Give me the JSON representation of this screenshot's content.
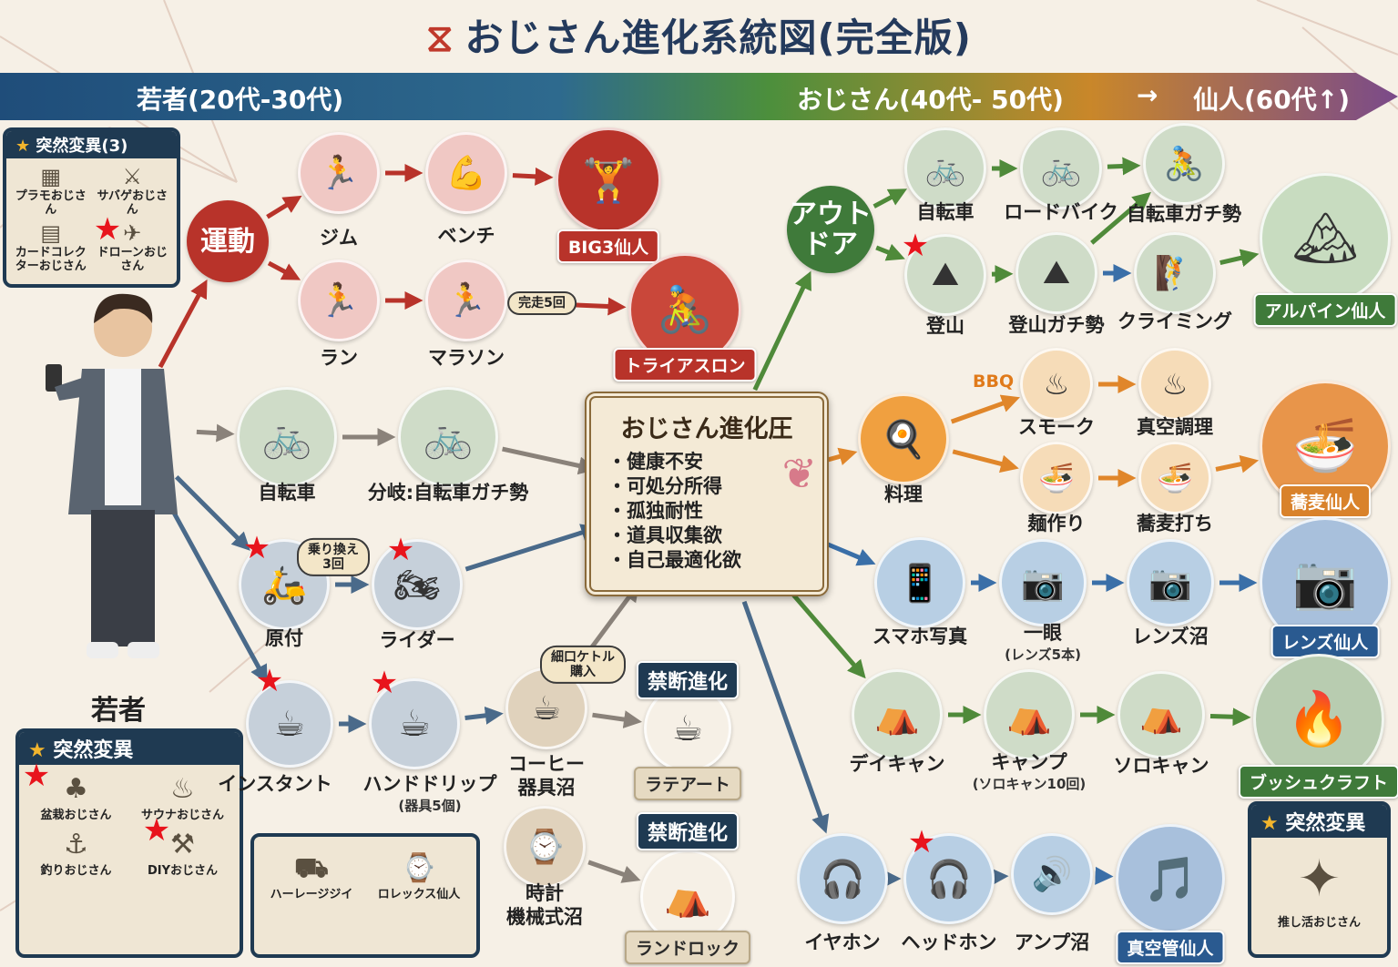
{
  "title": "おじさん進化系統図(完全版)",
  "title_icon": "dna-icon",
  "banner": {
    "youth": "若者(20代-30代)",
    "middle": "おじさん(40代- 50代)",
    "arrow": "→",
    "elder": "仙人(60代↑)"
  },
  "youth_label": "若者",
  "colors": {
    "red": "#b8332a",
    "gray": "#8a827a",
    "slate": "#4a6a8a",
    "green": "#4f8a3a",
    "orange": "#e0862a",
    "blue": "#3a6fa8",
    "navy": "#1f3a52"
  },
  "mutation_top": {
    "title": "突然変異(3)",
    "items": [
      {
        "label": "プラモおじさん",
        "icon": "model-kit-icon"
      },
      {
        "label": "サバゲおじさん",
        "icon": "airsoft-icon"
      },
      {
        "label": "カードコレクターおじさん",
        "icon": "card-icon"
      },
      {
        "label": "ドローンおじさん",
        "icon": "drone-icon"
      }
    ]
  },
  "mutation_bottom": {
    "title": "突然変異",
    "items": [
      {
        "label": "盆栽おじさん",
        "icon": "bonsai-icon"
      },
      {
        "label": "サウナおじさん",
        "icon": "sauna-icon"
      },
      {
        "label": "釣りおじさん",
        "icon": "fishing-icon"
      },
      {
        "label": "DIYおじさん",
        "icon": "tools-icon"
      }
    ]
  },
  "harley_box": {
    "items": [
      {
        "label": "ハーレージジイ",
        "icon": "motorcycle-icon"
      },
      {
        "label": "ロレックス仙人",
        "icon": "watch-icon"
      }
    ]
  },
  "mutation_right": {
    "title": "突然変異",
    "items": [
      {
        "label": "推し活おじさん",
        "icon": "glowstick-icon"
      }
    ]
  },
  "center": {
    "title": "おじさん進化圧",
    "bullets": [
      "健康不安",
      "可処分所得",
      "孤独耐性",
      "道具収集欲",
      "自己最適化欲"
    ]
  },
  "bbq": "BBQ",
  "pills": [
    {
      "id": "p1",
      "text": "完走5回"
    },
    {
      "id": "p2",
      "text": "乗り換え\n3回"
    },
    {
      "id": "p3",
      "text": "細口ケトル\n購入"
    }
  ],
  "forbidden": [
    {
      "id": "f1",
      "text": "禁断進化"
    },
    {
      "id": "f2",
      "text": "禁断進化"
    }
  ],
  "nodes": [
    {
      "id": "undou",
      "label": "運動",
      "kind": "hub",
      "bg": "#b8332a"
    },
    {
      "id": "gym",
      "label": "ジム",
      "icon": "treadmill-icon",
      "glyph": "🏃",
      "bg": "#f0c8c4"
    },
    {
      "id": "bench",
      "label": "ベンチ",
      "icon": "bodybuilder-icon",
      "glyph": "💪",
      "bg": "#f0c8c4"
    },
    {
      "id": "big3",
      "label": "BIG3仙人",
      "kind": "sage",
      "icon": "barbell-sage-icon",
      "glyph": "🏋",
      "bg": "#b8332a",
      "badge": "#b8332a"
    },
    {
      "id": "run",
      "label": "ラン",
      "icon": "runner-icon",
      "glyph": "🏃",
      "bg": "#f0c8c4"
    },
    {
      "id": "marathon",
      "label": "マラソン",
      "icon": "marathon-icon",
      "glyph": "🏃",
      "bg": "#f0c8c4"
    },
    {
      "id": "triathlon",
      "label": "トライアスロン",
      "kind": "sage",
      "icon": "triathlon-icon",
      "glyph": "🚴",
      "bg": "#c9473a",
      "badge": "#b8332a"
    },
    {
      "id": "bike",
      "label": "自転車",
      "icon": "bicycle-icon",
      "glyph": "🚲",
      "bg": "#cfdcc8"
    },
    {
      "id": "bikepro",
      "label": "分岐:自転車ガチ勢",
      "icon": "road-bike-icon",
      "glyph": "🚲",
      "bg": "#cfdcc8"
    },
    {
      "id": "moped",
      "label": "原付",
      "icon": "scooter-icon",
      "glyph": "🛵",
      "bg": "#c6d0da"
    },
    {
      "id": "rider",
      "label": "ライダー",
      "icon": "motorcycle-icon",
      "glyph": "🏍",
      "bg": "#c6d0da"
    },
    {
      "id": "instant",
      "label": "インスタント",
      "icon": "coffee-bag-icon",
      "glyph": "☕",
      "bg": "#c6d0da"
    },
    {
      "id": "drip",
      "label": "ハンドドリップ",
      "sub": "(器具5個)",
      "icon": "drip-coffee-icon",
      "glyph": "☕",
      "bg": "#c6d0da"
    },
    {
      "id": "coffee",
      "label": "コーヒー\n器具沼",
      "icon": "coffee-cup-icon",
      "glyph": "☕",
      "bg": "#e0d2bc"
    },
    {
      "id": "latte",
      "label": "ラテアート",
      "kind": "sage",
      "icon": "latte-icon",
      "glyph": "☕",
      "bg": "#f6f0e6",
      "badge": "#e6dac2"
    },
    {
      "id": "watch",
      "label": "時計\n機械式沼",
      "icon": "watch-icon",
      "glyph": "⌚",
      "bg": "#e0d2bc"
    },
    {
      "id": "landrock",
      "label": "ランドロック",
      "kind": "sage",
      "icon": "tent-icon",
      "glyph": "⛺",
      "bg": "#f6f0e6",
      "badge": "#e6dac2"
    },
    {
      "id": "outdoor",
      "label": "アウト\nドア",
      "kind": "hub",
      "bg": "#3f7a3a"
    },
    {
      "id": "obike",
      "label": "自転車",
      "icon": "bicycle-icon",
      "glyph": "🚲",
      "bg": "#cfdcc8"
    },
    {
      "id": "roadbike",
      "label": "ロードバイク",
      "icon": "road-bike-icon",
      "glyph": "🚲",
      "bg": "#cfdcc8"
    },
    {
      "id": "bikegachi",
      "label": "自転車ガチ勢",
      "icon": "cyclists-icon",
      "glyph": "🚴",
      "bg": "#cfdcc8"
    },
    {
      "id": "climb",
      "label": "登山",
      "icon": "hiker-icon",
      "glyph": "⛰",
      "bg": "#cfdcc8"
    },
    {
      "id": "climbgachi",
      "label": "登山ガチ勢",
      "icon": "mountaineer-icon",
      "glyph": "⛰",
      "bg": "#cfdcc8"
    },
    {
      "id": "climbing",
      "label": "クライミング",
      "icon": "climber-icon",
      "glyph": "🧗",
      "bg": "#cfdcc8"
    },
    {
      "id": "alpine",
      "label": "アルパイン仙人",
      "kind": "sage",
      "icon": "alpine-sage-icon",
      "glyph": "🏔",
      "bg": "#c8dcc0",
      "badge": "#3f7a3a"
    },
    {
      "id": "cook",
      "label": "料理",
      "icon": "chef-icon",
      "glyph": "🍳",
      "bg": "#f0a040"
    },
    {
      "id": "smoke",
      "label": "スモーク",
      "icon": "smoker-icon",
      "glyph": "♨",
      "bg": "#f6dcb8"
    },
    {
      "id": "vacuum",
      "label": "真空調理",
      "icon": "sous-vide-icon",
      "glyph": "♨",
      "bg": "#f6dcb8"
    },
    {
      "id": "noodle",
      "label": "麺作り",
      "icon": "noodle-icon",
      "glyph": "🍜",
      "bg": "#f6dcb8"
    },
    {
      "id": "soba",
      "label": "蕎麦打ち",
      "icon": "soba-making-icon",
      "glyph": "🍜",
      "bg": "#f6dcb8"
    },
    {
      "id": "sobasage",
      "label": "蕎麦仙人",
      "kind": "sage",
      "icon": "soba-sage-icon",
      "glyph": "🍜",
      "bg": "#e8954a",
      "badge": "#d9822b"
    },
    {
      "id": "phone",
      "label": "スマホ写真",
      "icon": "smartphone-icon",
      "glyph": "📱",
      "bg": "#b8cfe4"
    },
    {
      "id": "slr",
      "label": "一眼",
      "sub": "(レンズ5本)",
      "icon": "camera-user-icon",
      "glyph": "📷",
      "bg": "#b8cfe4"
    },
    {
      "id": "lens",
      "label": "レンズ沼",
      "icon": "camera-icon",
      "glyph": "📷",
      "bg": "#b8cfe4"
    },
    {
      "id": "lenssage",
      "label": "レンズ仙人",
      "kind": "sage",
      "icon": "lens-sage-icon",
      "glyph": "📷",
      "bg": "#a8c0dc",
      "badge": "#2a5a90"
    },
    {
      "id": "daycamp",
      "label": "デイキャン",
      "icon": "campfire-icon",
      "glyph": "⛺",
      "bg": "#cfdcc8"
    },
    {
      "id": "camp",
      "label": "キャンプ",
      "sub": "(ソロキャン10回)",
      "icon": "tent-icon",
      "glyph": "⛺",
      "bg": "#cfdcc8"
    },
    {
      "id": "solocamp",
      "label": "ソロキャン",
      "icon": "solo-tent-icon",
      "glyph": "⛺",
      "bg": "#cfdcc8"
    },
    {
      "id": "bushcraft",
      "label": "ブッシュクラフト",
      "kind": "sage",
      "icon": "bushcraft-icon",
      "glyph": "🔥",
      "bg": "#b8ccb0",
      "badge": "#3f7a3a"
    },
    {
      "id": "earphone",
      "label": "イヤホン",
      "icon": "earbuds-icon",
      "glyph": "🎧",
      "bg": "#b8cfe4"
    },
    {
      "id": "headphone",
      "label": "ヘッドホン",
      "icon": "headphones-icon",
      "glyph": "🎧",
      "bg": "#b8cfe4"
    },
    {
      "id": "amp",
      "label": "アンプ沼",
      "icon": "amplifier-icon",
      "glyph": "🔊",
      "bg": "#b8cfe4"
    },
    {
      "id": "tube",
      "label": "真空管仙人",
      "kind": "sage",
      "icon": "turntable-sage-icon",
      "glyph": "🎵",
      "bg": "#a8c0dc",
      "badge": "#2a5a90"
    }
  ],
  "edges": [
    [
      "youth",
      "undou",
      "red"
    ],
    [
      "undou",
      "gym",
      "red"
    ],
    [
      "undou",
      "run",
      "red"
    ],
    [
      "gym",
      "bench",
      "red"
    ],
    [
      "bench",
      "big3",
      "red"
    ],
    [
      "run",
      "marathon",
      "red"
    ],
    [
      "marathon",
      "triathlon",
      "red"
    ],
    [
      "youth",
      "bike",
      "gray"
    ],
    [
      "bike",
      "bikepro",
      "gray"
    ],
    [
      "bikepro",
      "center",
      "gray"
    ],
    [
      "youth",
      "moped",
      "slate"
    ],
    [
      "moped",
      "rider",
      "slate"
    ],
    [
      "rider",
      "center",
      "slate"
    ],
    [
      "youth",
      "instant",
      "slate"
    ],
    [
      "instant",
      "drip",
      "slate"
    ],
    [
      "drip",
      "coffee",
      "slate"
    ],
    [
      "coffee",
      "center",
      "gray"
    ],
    [
      "coffee",
      "latte",
      "gray"
    ],
    [
      "watch",
      "landrock",
      "gray"
    ],
    [
      "center",
      "outdoor",
      "green"
    ],
    [
      "outdoor",
      "obike",
      "green"
    ],
    [
      "outdoor",
      "climb",
      "green"
    ],
    [
      "obike",
      "roadbike",
      "green"
    ],
    [
      "roadbike",
      "bikegachi",
      "green"
    ],
    [
      "climb",
      "climbgachi",
      "green"
    ],
    [
      "climbgachi",
      "climbing",
      "blue"
    ],
    [
      "climbgachi",
      "bikegachi",
      "green"
    ],
    [
      "climbing",
      "alpine",
      "green"
    ],
    [
      "center",
      "cook",
      "orange"
    ],
    [
      "cook",
      "smoke",
      "orange"
    ],
    [
      "cook",
      "noodle",
      "orange"
    ],
    [
      "smoke",
      "vacuum",
      "orange"
    ],
    [
      "noodle",
      "soba",
      "orange"
    ],
    [
      "soba",
      "sobasage",
      "orange"
    ],
    [
      "center",
      "phone",
      "blue"
    ],
    [
      "phone",
      "slr",
      "blue"
    ],
    [
      "slr",
      "lens",
      "blue"
    ],
    [
      "lens",
      "lenssage",
      "blue"
    ],
    [
      "center",
      "daycamp",
      "green"
    ],
    [
      "daycamp",
      "camp",
      "green"
    ],
    [
      "camp",
      "solocamp",
      "green"
    ],
    [
      "solocamp",
      "bushcraft",
      "green"
    ],
    [
      "center",
      "earphone",
      "slate"
    ],
    [
      "earphone",
      "headphone",
      "slate"
    ],
    [
      "headphone",
      "amp",
      "slate"
    ],
    [
      "amp",
      "tube",
      "blue"
    ]
  ]
}
